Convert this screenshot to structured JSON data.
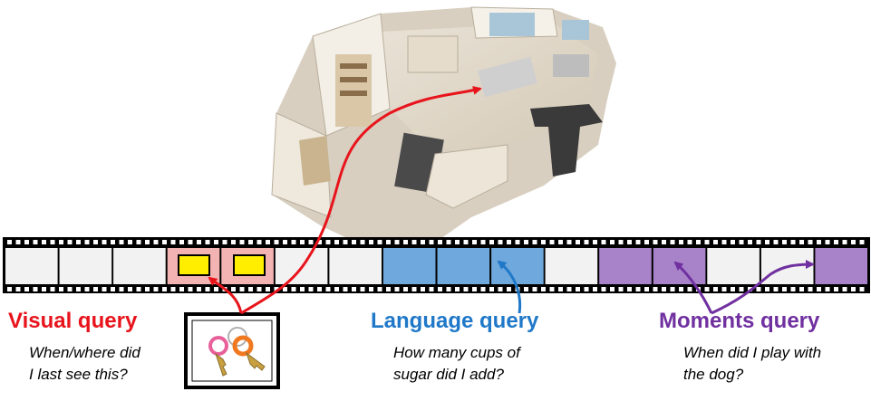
{
  "colors": {
    "visual": "#e8141c",
    "language": "#1f78c8",
    "moments": "#7030a0",
    "visual_frame_fill": "#f4b3b3",
    "visual_box_fill": "#ffee00",
    "language_frame_fill": "#6fa8dc",
    "moments_frame_fill": "#a883c9",
    "empty_frame_fill": "#f2f2f2",
    "film": "#000000"
  },
  "filmstrip": {
    "frames": [
      "empty",
      "empty",
      "empty",
      "visual",
      "visual",
      "empty",
      "empty",
      "language",
      "language",
      "language",
      "empty",
      "moments",
      "moments",
      "empty",
      "empty",
      "moments"
    ]
  },
  "floorplan": {
    "image": "3d-house-floorplan-render"
  },
  "keys_image": {
    "image": "keys-photo"
  },
  "queries": {
    "visual": {
      "title": "Visual query",
      "line1": "When/where did",
      "line2": "I last see this?"
    },
    "language": {
      "title": "Language query",
      "line1": "How many cups of",
      "line2": "sugar did I add?"
    },
    "moments": {
      "title": "Moments query",
      "line1": "When did I play with",
      "line2": "the dog?"
    }
  }
}
